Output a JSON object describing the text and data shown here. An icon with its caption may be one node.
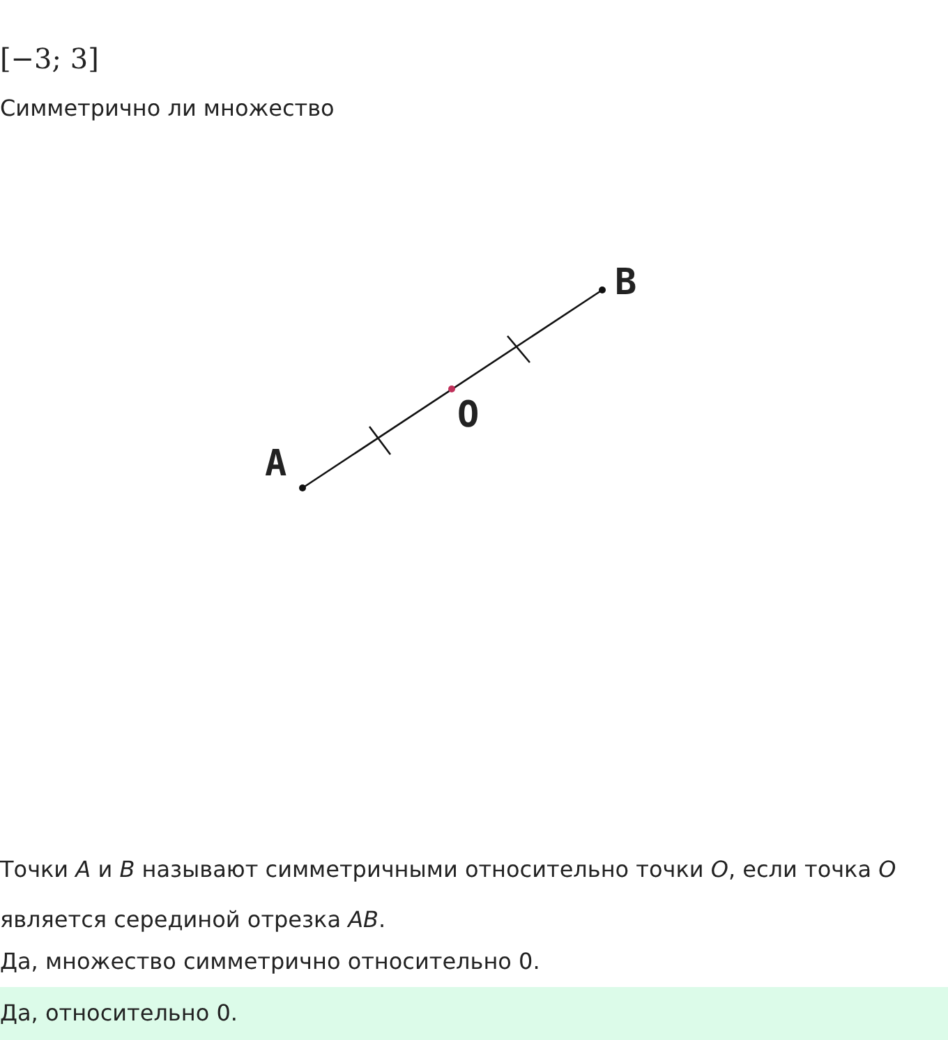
{
  "diagram": {
    "labels": [
      "[−3; 3]",
      "Симметрично ли множество",
      "B",
      "O",
      "A",
      "Точки *A* и *B* называют симметричными относительно точки *O*, если точка *O* является серединой отрезка *AB*.",
      "Да, множество симметрично относительно 0.",
      "Да, относительно 0."
    ]
  }
}
